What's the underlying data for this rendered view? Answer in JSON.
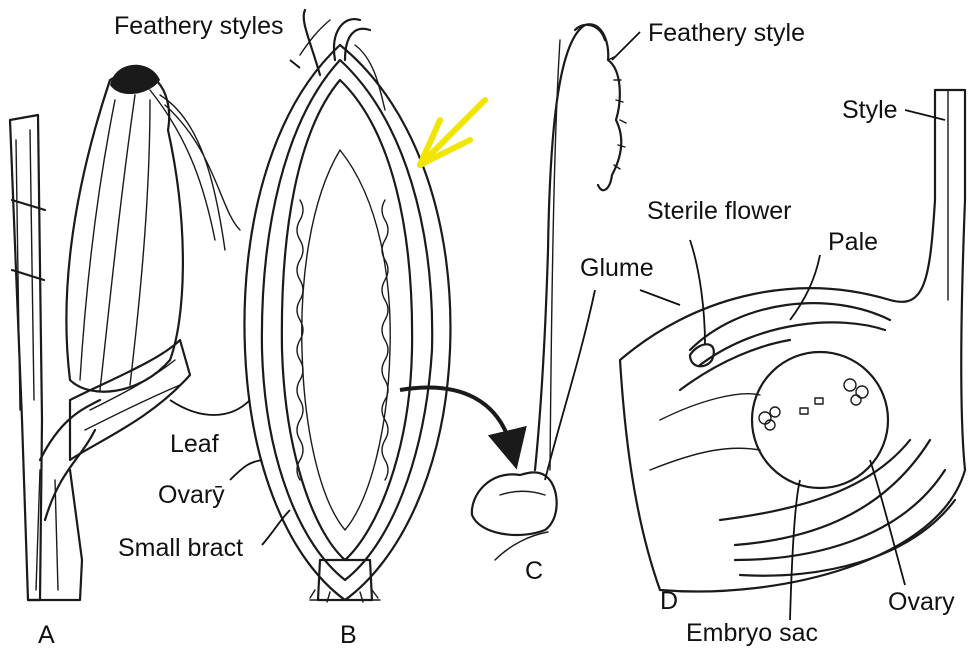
{
  "panels": {
    "a": {
      "letter": "A"
    },
    "b": {
      "letter": "B"
    },
    "c": {
      "letter": "C"
    },
    "d": {
      "letter": "D"
    }
  },
  "labels": {
    "feathery_styles": "Feathery styles",
    "feathery_style": "Feathery style",
    "style": "Style",
    "sterile_flower": "Sterile flower",
    "pale": "Pale",
    "glume": "Glume",
    "leaf": "Leaf",
    "ovary_b": "Ovarȳ",
    "small_bract": "Small bract",
    "ovary_d": "Ovary",
    "embryo_sac": "Embryo sac"
  },
  "colors": {
    "ink": "#1a1a1a",
    "highlight_arrow": "#f2e600",
    "background": "#ffffff"
  }
}
